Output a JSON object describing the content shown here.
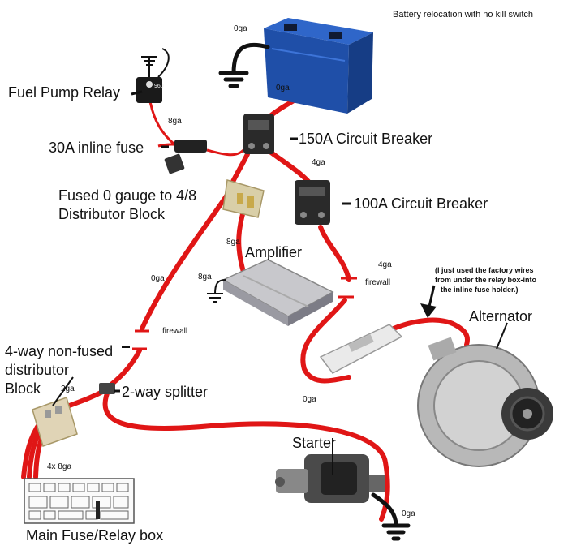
{
  "title": "Battery relocation with no kill switch",
  "labels": {
    "fuel_pump_relay": "Fuel Pump Relay",
    "inline_fuse": "30A inline fuse",
    "distributor_line1": "Fused 0 gauge to 4/8",
    "distributor_line2": "Distributor Block",
    "breaker_150": "150A Circuit Breaker",
    "breaker_100": "100A Circuit Breaker",
    "amplifier": "Amplifier",
    "alternator": "Alternator",
    "four_way_line1": "4-way non-fused",
    "four_way_line2": "distributor",
    "four_way_line3": "Block",
    "splitter": "2-way splitter",
    "starter": "Starter",
    "main_fuse_box": "Main Fuse/Relay box",
    "note_line1": "(I just used the factory wires",
    "note_line2": "from under the relay box-into",
    "note_line3": "the inline fuse holder.)"
  },
  "wire_labels": {
    "battery_ground": "0ga",
    "battery_positive": "0ga",
    "relay_wire": "8ga",
    "breaker_link": "4ga",
    "amp_power": "8ga",
    "amp_ground": "8ga",
    "main_run": "0ga",
    "firewall_left": "firewall",
    "alt_wire": "4ga",
    "firewall_right": "firewall",
    "splitter_wire": "2ga",
    "fuse_box_wires": "4x 8ga",
    "starter_run": "0ga",
    "starter_ground": "0ga"
  },
  "colors": {
    "wire": "#e01616",
    "battery": "#1f4fa8",
    "breaker": "#2a2a2a",
    "ground": "#111111"
  },
  "icons": [
    "ground-icon",
    "battery-icon",
    "relay-icon",
    "circuit-breaker-icon",
    "fuse-holder-icon",
    "distributor-block-icon",
    "amplifier-icon",
    "alternator-icon",
    "starter-icon",
    "fuse-box-icon"
  ]
}
